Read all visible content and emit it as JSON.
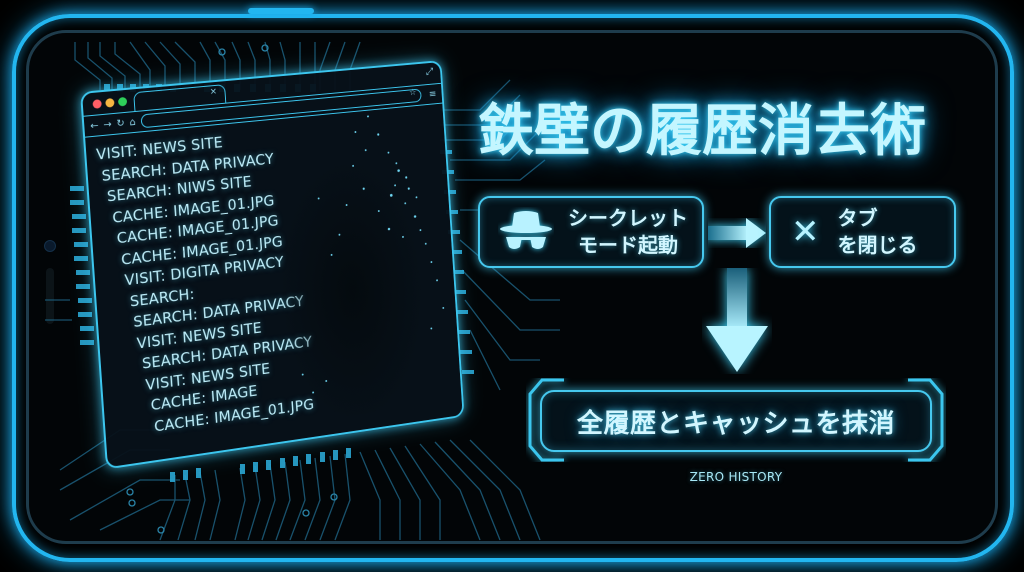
{
  "title": "鉄壁の履歴消去術",
  "browser": {
    "window_controls": [
      "close",
      "minimize",
      "maximize"
    ],
    "tab_close_icon": "×",
    "expand_icon": "⤢",
    "nav_icons": [
      "back-icon",
      "forward-icon",
      "reload-icon",
      "home-icon"
    ],
    "nav_glyphs": {
      "back": "←",
      "forward": "→",
      "reload": "↻",
      "home": "⌂",
      "star": "☆",
      "menu": "≡"
    },
    "url": "",
    "history_lines": [
      "VISIT: NEWS SITE",
      "SEARCH: DATA PRIVACY",
      "SEARCH: NIWS SITE",
      "CACHE: IMAGE_01.JPG",
      "CACHE: IMAGE_01.JPG",
      "CACHE: IMAGE_01.JPG",
      "VISIT: DIGITA PRIVACY",
      "SEARCH:",
      "SEARCH: DATA PRIVACY",
      "VISIT: NEWS SITE",
      "SEARCH: DATA PRIVACY",
      "VISIT: NEWS SITE",
      "CACHE: IMAGE",
      "CACHE: IMAGE_01.JPG"
    ]
  },
  "steps": [
    {
      "icon": "incognito-spy-icon",
      "line1": "シークレット",
      "line2": "モード起動"
    },
    {
      "icon": "close-x-icon",
      "icon_glyph": "✕",
      "line1": "タブ",
      "line2": "を閉じる"
    }
  ],
  "result": {
    "label": "全履歴とキャッシュを抹消",
    "subtitle": "ZERO HISTORY"
  },
  "colors": {
    "neon_cyan": "#22b6f0",
    "text_glow": "#c4f6ff",
    "box_border": "#46c8ee",
    "background": "#000000",
    "dot_red": "#ff5f66",
    "dot_yellow": "#f5b642",
    "dot_green": "#2ecf5a"
  }
}
